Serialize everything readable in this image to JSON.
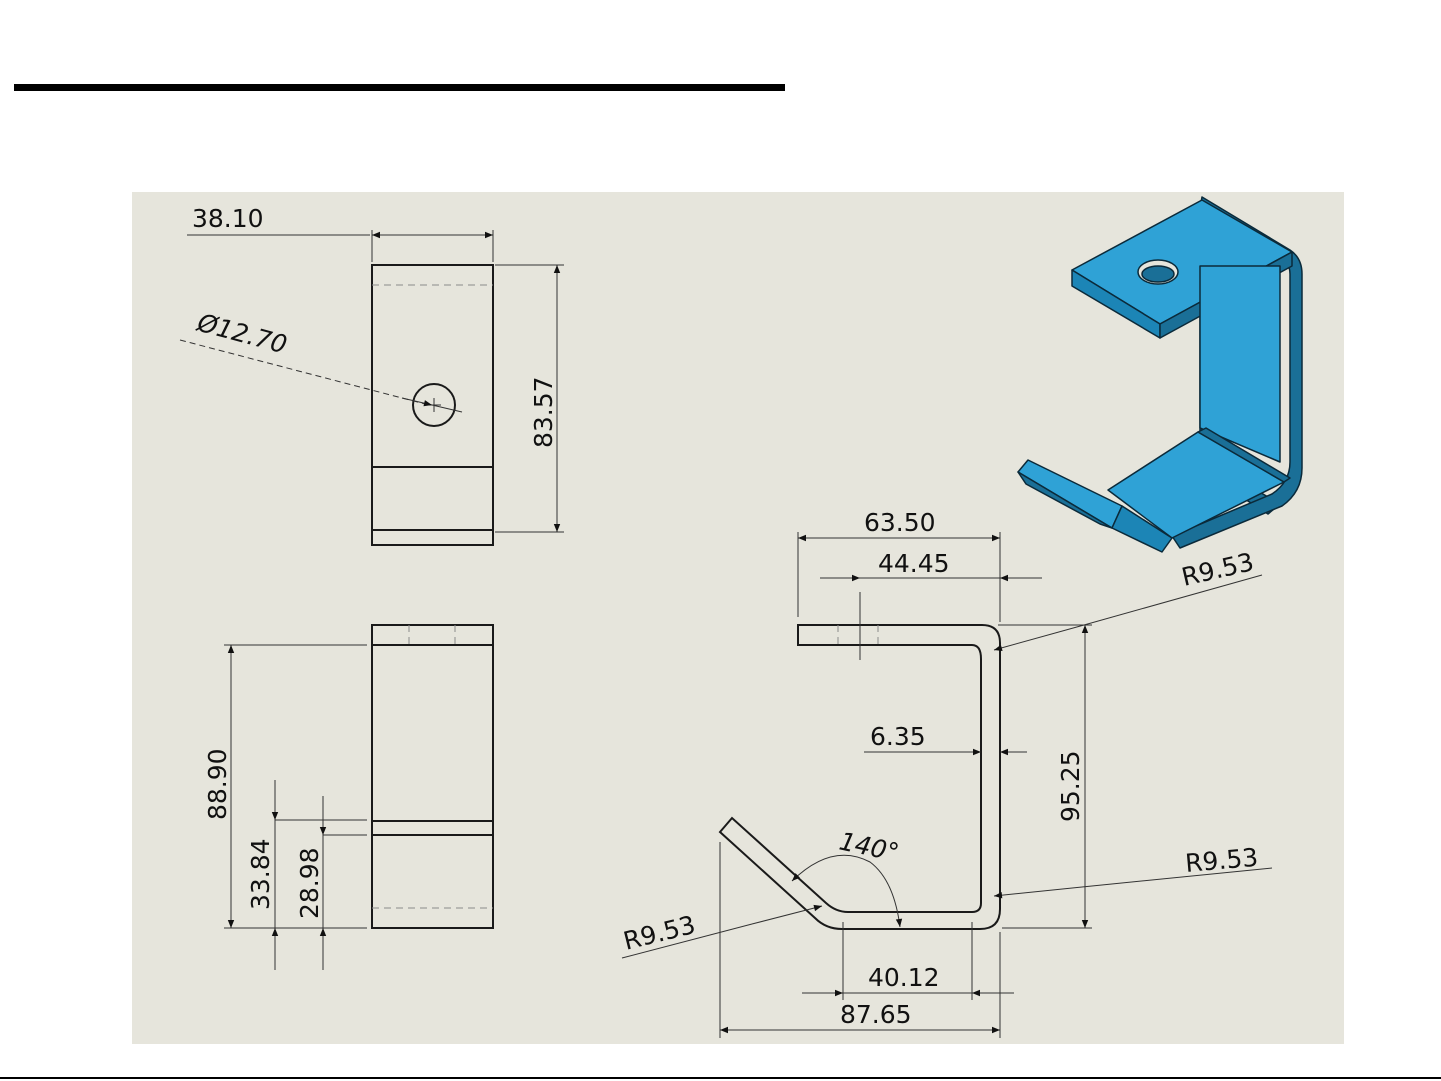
{
  "drawing": {
    "dimensions": {
      "width_top": "38.10",
      "hole_dia": "Ø12.70",
      "height_top": "83.57",
      "height_front": "88.90",
      "dim_33": "33.84",
      "dim_28": "28.98",
      "span_63": "63.50",
      "span_44": "44.45",
      "radius_top": "R9.53",
      "thickness": "6.35",
      "height_side": "95.25",
      "angle": "140°",
      "radius_right": "R9.53",
      "radius_left": "R9.53",
      "span_40": "40.12",
      "span_87": "87.65"
    }
  },
  "colors": {
    "sheet": "#e6e5dc",
    "model_face": "#2fa2d6",
    "model_dark": "#1a6f97"
  }
}
